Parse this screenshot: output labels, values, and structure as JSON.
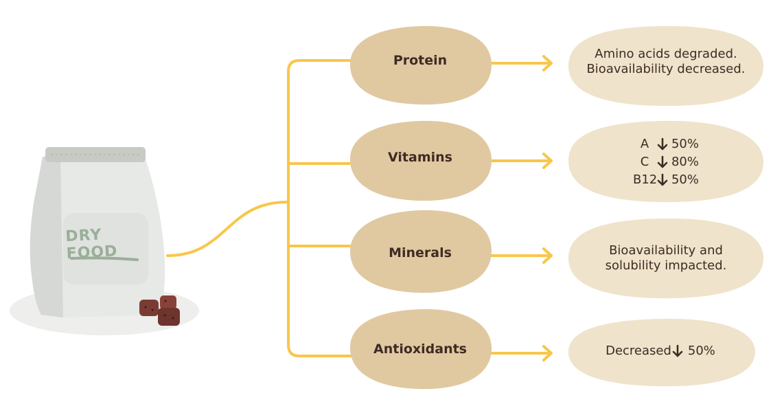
{
  "product": {
    "bag_label": "DRY FOOD"
  },
  "categories": [
    {
      "name": "Protein",
      "result_lines": [
        "Amino acids degraded.",
        "Bioavailability decreased."
      ]
    },
    {
      "name": "Vitamins",
      "result_rows": [
        {
          "nutrient": "A",
          "change": "50%"
        },
        {
          "nutrient": "C",
          "change": "80%"
        },
        {
          "nutrient": "B12",
          "change": "50%"
        }
      ]
    },
    {
      "name": "Minerals",
      "result_lines": [
        "Bioavailability and",
        "solubility impacted."
      ]
    },
    {
      "name": "Antioxidants",
      "result_prefix": "Decreased",
      "result_change": "50%"
    }
  ],
  "colors": {
    "connector": "#f9c64a",
    "category_fill": "#e0c9a1",
    "result_fill": "#efe3cb",
    "text": "#3f2b24",
    "bag_fill": "#e6e8e6",
    "bag_label": "#9aae98",
    "kibble": "#7a3b34"
  },
  "icons": {
    "bag": "food-bag-icon",
    "kibble": "kibble-icon",
    "down_arrow": "down-arrow-icon",
    "right_arrow": "right-arrow-icon"
  }
}
